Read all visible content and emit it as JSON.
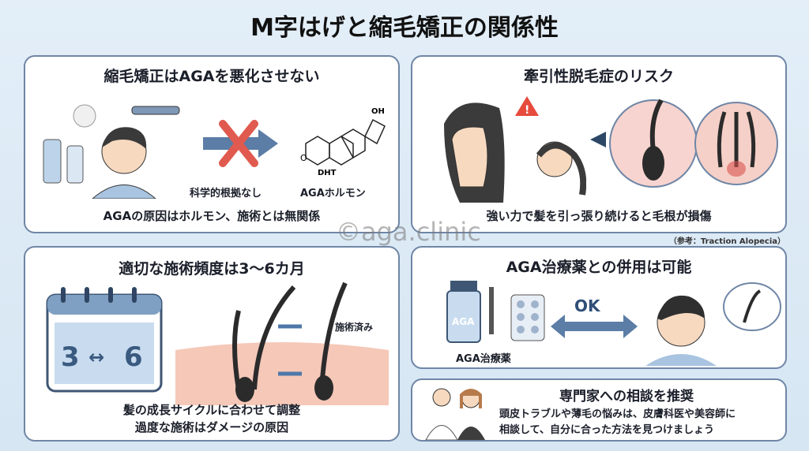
{
  "title": "M字はげと縮毛矯正の関係性",
  "panel1": {
    "heading": "縮毛矯正はAGAを悪化させない",
    "label_left": "科学的根拠なし",
    "label_right": "AGAホルモン",
    "molecule": "DHT",
    "oh": "OH",
    "caption": "AGAの原因はホルモン、施術とは無関係"
  },
  "panel2": {
    "heading": "牽引性脱毛症のリスク",
    "caption": "強い力で髪を引っ張り続けると毛根が損傷",
    "note": "（参考：Traction Alopecia）"
  },
  "panel3": {
    "heading": "適切な施術頻度は3〜6カ月",
    "calendar_from": "3",
    "calendar_to": "6",
    "label": "施術済み",
    "caption_line1": "髪の成長サイクルに合わせて調整",
    "caption_line2": "過度な施術はダメージの原因"
  },
  "panel4": {
    "heading": "AGA治療薬との併用は可能",
    "bottle_label": "AGA",
    "ok": "OK",
    "caption": "AGA治療薬"
  },
  "panel5": {
    "heading": "専門家への相談を推奨",
    "line1": "頭皮トラブルや薄毛の悩みは、皮膚科医や美容師に",
    "line2": "相談して、自分に合った方法を見つけましょう"
  },
  "watermark": "©aga.clinic"
}
